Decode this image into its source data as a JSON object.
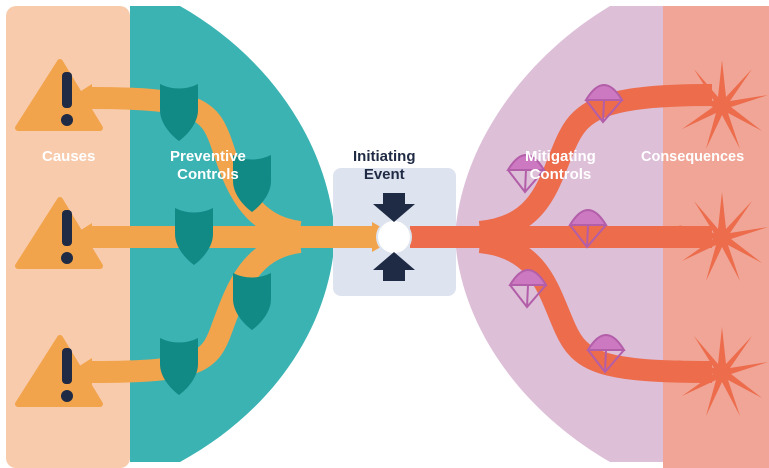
{
  "labels": {
    "causes": "Causes",
    "preventive_line1": "Preventive",
    "preventive_line2": "Controls",
    "initiating_line1": "Initiating",
    "initiating_line2": "Event",
    "mitigating_line1": "Mitigating",
    "mitigating_line2": "Controls",
    "consequences": "Consequences"
  },
  "icons": {
    "cause": "warning-exclamation-triangle-icon",
    "preventive_control": "shield-icon",
    "initiating_event": "converging-arrows-icon",
    "mitigating_control": "parachute-icon",
    "consequence": "explosion-burst-icon"
  },
  "colors": {
    "causes_panel": "#f8cbad",
    "preventive_panel": "#3bb3b3",
    "initiating_panel": "#dde4ef",
    "mitigating_panel": "#ddbfd8",
    "consequences_panel": "#f0a596",
    "cause_path": "#f2a44c",
    "consequence_path": "#ec6c4c",
    "shield": "#118a85",
    "parachute": "#cc79c1",
    "arrow_dark": "#1f2a44",
    "label_light": "#ffffff"
  }
}
